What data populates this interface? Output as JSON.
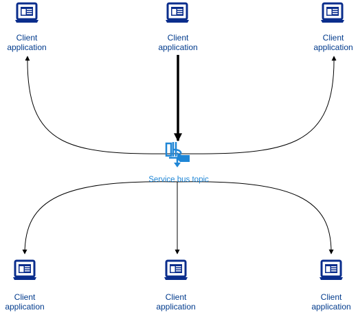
{
  "colors": {
    "laptop": "#0a2d8c",
    "label_text": "#003a8c",
    "topic_icon": "#1f86d6",
    "connector": "#000000",
    "background": "#ffffff"
  },
  "nodes": {
    "top_left": {
      "label_line1": "Client",
      "label_line2": "application",
      "icon": "laptop-icon"
    },
    "top_center": {
      "label_line1": "Client",
      "label_line2": "application",
      "icon": "laptop-icon"
    },
    "top_right": {
      "label_line1": "Client",
      "label_line2": "application",
      "icon": "laptop-icon"
    },
    "bottom_left": {
      "label_line1": "Client",
      "label_line2": "application",
      "icon": "laptop-icon"
    },
    "bottom_center": {
      "label_line1": "Client",
      "label_line2": "application",
      "icon": "laptop-icon"
    },
    "bottom_right": {
      "label_line1": "Client",
      "label_line2": "application",
      "icon": "laptop-icon"
    }
  },
  "topic": {
    "label": "Service bus topic",
    "icon": "service-bus-topic-icon"
  }
}
